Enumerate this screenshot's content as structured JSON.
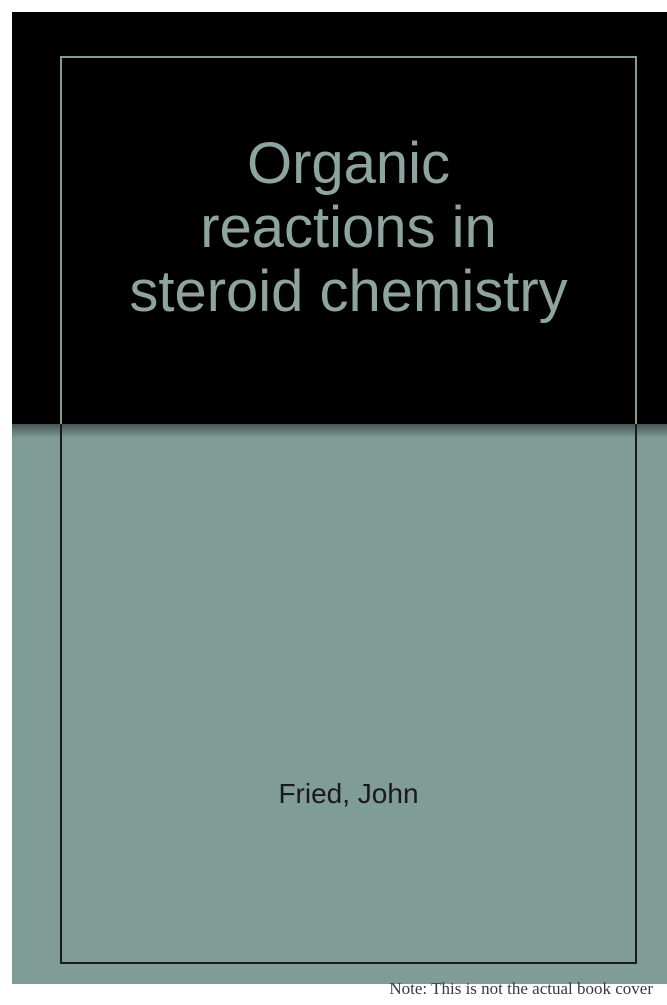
{
  "cover": {
    "title": "Organic\nreactions in\nsteroid chemistry",
    "author": "Fried, John"
  },
  "note": "Note: This is not the actual book cover",
  "colors": {
    "band": "#000000",
    "cover_background": "#7f9c96",
    "title_text": "#8ea59f",
    "frame_line": "#1a1a1a"
  }
}
